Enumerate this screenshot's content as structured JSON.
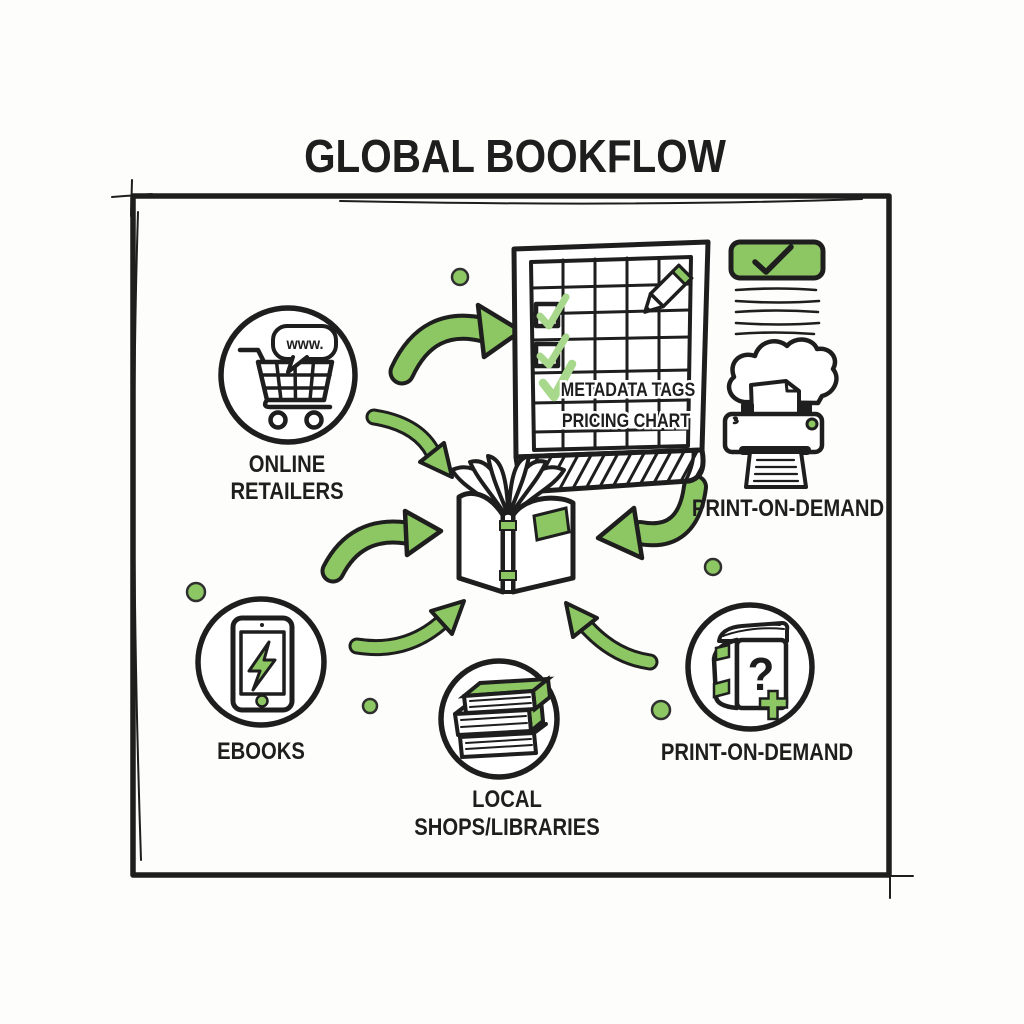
{
  "title": "GLOBAL BOOKFLOW",
  "palette": {
    "green": "#8CC763",
    "green_light": "#A8D88C",
    "ink": "#1E1E1E",
    "paper": "#FFFFFF"
  },
  "nodes": {
    "online_retailers": {
      "label": [
        "ONLINE",
        "RETAILERS"
      ],
      "bubble": "www.",
      "icon": "shopping-cart"
    },
    "checklist": {
      "rows": [
        "METADATA TAGS",
        "PRICING CHART"
      ],
      "icon": "spreadsheet-grid-pencil",
      "checked_count": 3
    },
    "approved_stamp": {
      "icon": "green-checkbox",
      "text_lines": 5
    },
    "pod_printer": {
      "label": "PRINT-ON-DEMAND",
      "icon": "cloud-printer"
    },
    "central_book": {
      "icon": "open-book"
    },
    "ebooks": {
      "label": "EBOOKS",
      "icon": "tablet-lightning"
    },
    "local_shops": {
      "label": [
        "LOCAL",
        "SHOPS/LIBRARIES"
      ],
      "icon": "book-stack"
    },
    "pod_book": {
      "label": "PRINT-ON-DEMAND",
      "icon": "book-question",
      "glyph": "?"
    }
  },
  "edges": [
    {
      "from": "online_retailers",
      "to": "checklist"
    },
    {
      "from": "online_retailers",
      "to": "central_book"
    },
    {
      "from": "left_side",
      "to": "central_book"
    },
    {
      "from": "ebooks",
      "to": "central_book"
    },
    {
      "from": "checklist",
      "to": "central_book"
    },
    {
      "from": "pod_book",
      "to": "central_book"
    }
  ],
  "decor": {
    "green_dots": 5
  }
}
